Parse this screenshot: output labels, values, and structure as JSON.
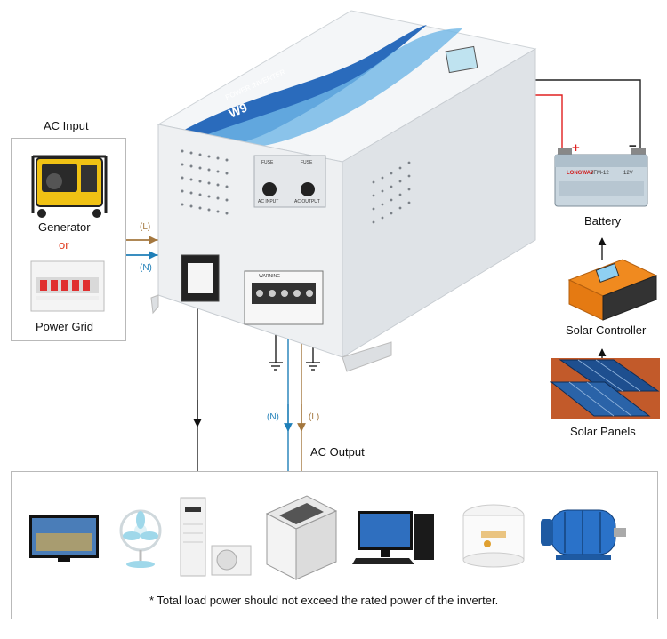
{
  "labels": {
    "ac_input": "AC Input",
    "generator": "Generator",
    "or": "or",
    "power_grid": "Power Grid",
    "battery": "Battery",
    "solar_controller": "Solar Controller",
    "solar_panels": "Solar Panels",
    "ac_output": "AC Output",
    "wire_l_in": "(L)",
    "wire_n_in": "(N)",
    "wire_n_out": "(N)",
    "wire_l_out": "(L)",
    "battery_plus": "+",
    "battery_minus": "−",
    "footnote": "* Total load power should not exceed the rated power of the inverter."
  },
  "inverter": {
    "brand_text": "POWER INVERTER",
    "model_text": "W9",
    "fuse_input_label": "FUSE",
    "fuse_input_sub": "AC INPUT",
    "fuse_output_label": "FUSE",
    "fuse_output_sub": "AC OUTPUT",
    "warning_text": "WARNING"
  },
  "battery_brand": "LONGWAY",
  "battery_model": "6FM-12",
  "battery_voltage": "12V",
  "colors": {
    "live_wire": "#a4773e",
    "neutral_wire": "#1f7fb8",
    "battery_positive": "#e02020",
    "battery_negative": "#222222",
    "inverter_blue": "#1f63b8",
    "inverter_body": "#f2f4f6"
  },
  "loads": [
    {
      "name": "tv-icon"
    },
    {
      "name": "fan-icon"
    },
    {
      "name": "air-conditioner-icon"
    },
    {
      "name": "washing-machine-icon"
    },
    {
      "name": "desktop-computer-icon"
    },
    {
      "name": "rice-cooker-icon"
    },
    {
      "name": "electric-motor-icon"
    }
  ]
}
